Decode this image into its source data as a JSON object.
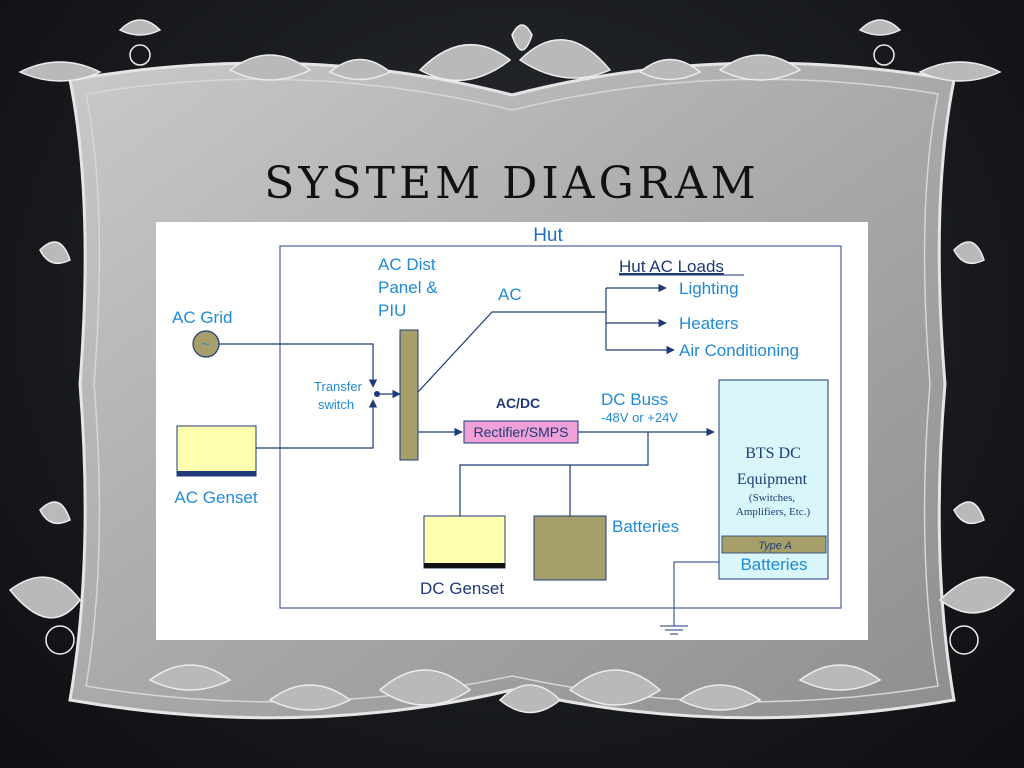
{
  "slide": {
    "title": "SYSTEM DIAGRAM"
  },
  "diagram": {
    "hut_label": "Hut",
    "ac_grid_label": "AC Grid",
    "ac_grid_symbol": "~",
    "ac_genset_label": "AC Genset",
    "transfer_switch_line1": "Transfer",
    "transfer_switch_line2": "switch",
    "ac_dist_line1": "AC Dist",
    "ac_dist_line2": "Panel &",
    "ac_dist_line3": "PIU",
    "ac_line_label": "AC",
    "hut_ac_loads_title": "Hut AC Loads",
    "load_lighting": "Lighting",
    "load_heaters": "Heaters",
    "load_air_conditioning": "Air Conditioning",
    "acdc_label": "AC/DC",
    "rectifier_label": "Rectifier/SMPS",
    "dc_buss_label": "DC Buss",
    "dc_buss_voltage": "-48V or +24V",
    "bts_line1": "BTS DC",
    "bts_line2": "Equipment",
    "bts_line3": "(Switches,",
    "bts_line4": "Amplifiers, Etc.)",
    "type_a_label": "Type A",
    "bts_batteries_label": "Batteries",
    "batteries_label": "Batteries",
    "dc_genset_label": "DC Genset"
  },
  "colors": {
    "label_blue": "#1f8bd6",
    "line_blue": "#1e3a78",
    "olive": "#a69f6a",
    "genset_yellow": "#ffffb0",
    "rectifier_pink": "#f0a0d8",
    "bts_cyan": "#d9f6fb"
  }
}
